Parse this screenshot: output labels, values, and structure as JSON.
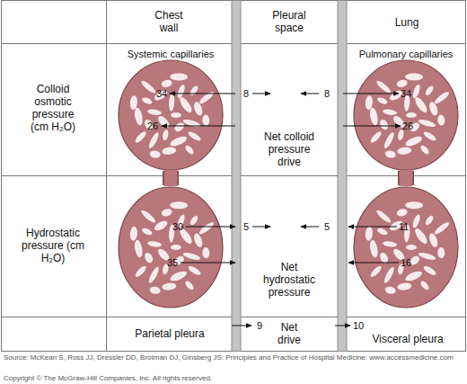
{
  "diagram": {
    "nodes": [
      {
        "text": [
          "Systemic capillaries",
          "34",
          "26"
        ]
      },
      {
        "text": [
          "Pulmonary capillaries",
          "34",
          "26"
        ]
      },
      {
        "text": [
          "30",
          "35"
        ]
      },
      {
        "text": [
          "11",
          "16"
        ]
      }
    ],
    "edges": [
      {
        "from": 0,
        "to": 2,
        "arrow": "none"
      },
      {
        "from": 1,
        "to": 3,
        "arrow": "none"
      }
    ],
    "labels": [
      "Chest wall",
      "Pleural space",
      "Lung",
      "Colloid osmotic pressure (cm H₂O)",
      "8",
      "8",
      "Net colloid pressure drive",
      "Hydrostatic pressure (cm H₂O)",
      "5",
      "5",
      "Net hydrostatic pressure",
      "Parietal pleura",
      "9",
      "Net drive",
      "10",
      "Visceral pleura",
      "Source: McKean S, Ross JJ, Dressler DD, Brotman DJ, Ginsberg JS: Principles and Practice of Hospital Medicine: www.accessmedicine.com",
      "Copyright © The McGraw-Hill Companies, Inc. All rights reserved."
    ]
  }
}
